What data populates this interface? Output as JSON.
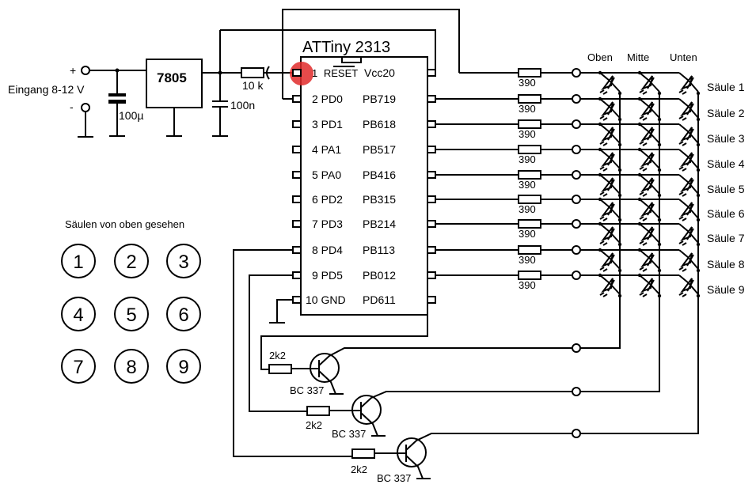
{
  "power": {
    "plus": "+",
    "minus": "-",
    "input_label": "Eingang 8-12 V",
    "regulator": "7805",
    "cap_in": "100µ",
    "cap_out": "100n",
    "reset_resistor": "10 k"
  },
  "chip": {
    "title": "ATTiny 2313",
    "left_pins": [
      "1 RESET",
      "2 PD0",
      "3 PD1",
      "4 PA1",
      "5 PA0",
      "6 PD2",
      "7 PD3",
      "8 PD4",
      "9 PD5",
      "10 GND"
    ],
    "right_pins": [
      "Vcc20",
      "PB719",
      "PB618",
      "PB517",
      "PB416",
      "PB315",
      "PB214",
      "PB113",
      "PB012",
      "PD611"
    ]
  },
  "led_matrix": {
    "layers": [
      "Oben",
      "Mitte",
      "Unten"
    ],
    "resistor_value": "390",
    "columns": [
      "Säule 1",
      "Säule 2",
      "Säule 3",
      "Säule 4",
      "Säule 5",
      "Säule 6",
      "Säule 7",
      "Säule 8",
      "Säule 9"
    ]
  },
  "transistors": [
    {
      "resistor": "2k2",
      "type": "BC 337"
    },
    {
      "resistor": "2k2",
      "type": "BC 337"
    },
    {
      "resistor": "2k2",
      "type": "BC 337"
    }
  ],
  "top_view": {
    "title": "Säulen von oben gesehen",
    "numbers": [
      "1",
      "2",
      "3",
      "4",
      "5",
      "6",
      "7",
      "8",
      "9"
    ]
  },
  "colors": {
    "ink": "#000000",
    "marker": "#e02a2a"
  }
}
